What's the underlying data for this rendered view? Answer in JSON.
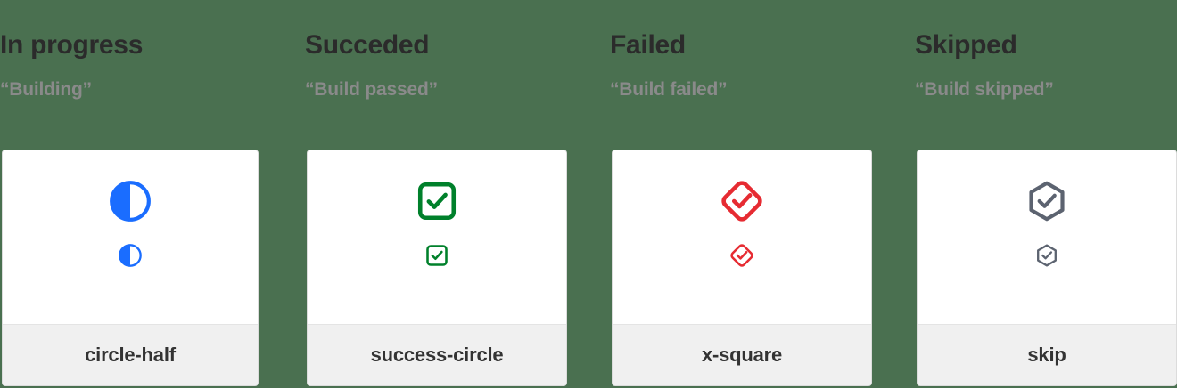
{
  "page": {
    "background_color": "#4a7050",
    "card_background": "#ffffff",
    "footer_background": "#f0f0f0"
  },
  "columns": [
    {
      "title": "In progress",
      "subtitle": "“Building”",
      "icon_name": "circle-half-icon",
      "icon_label": "circle-half",
      "icon_color": "#1a6dff"
    },
    {
      "title": "Succeded",
      "subtitle": "“Build passed”",
      "icon_name": "success-circle-icon",
      "icon_label": "success-circle",
      "icon_color": "#00802b"
    },
    {
      "title": "Failed",
      "subtitle": "“Build failed”",
      "icon_name": "x-square-icon",
      "icon_label": "x-square",
      "icon_color": "#e62b32"
    },
    {
      "title": "Skipped",
      "subtitle": "“Build skipped”",
      "icon_name": "skip-icon",
      "icon_label": "skip",
      "icon_color": "#5c6370"
    }
  ]
}
